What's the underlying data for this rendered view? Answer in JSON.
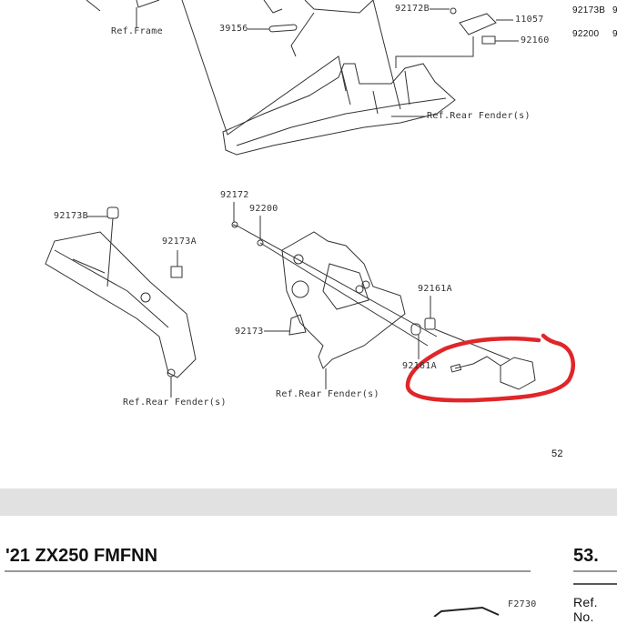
{
  "page1": {
    "labels": {
      "ref_frame": "Ref.Frame",
      "p39156": "39156",
      "p92172B": "92172B",
      "p11057": "11057",
      "p92160": "92160",
      "ref_rear_fender_top": "Ref.Rear Fender(s)",
      "p92173B": "92173B",
      "p92173A": "92173A",
      "p92172": "92172",
      "p92200": "92200",
      "p92161A_top": "92161A",
      "p92173": "92173",
      "p92161A_bottom": "92161A",
      "ref_rear_fender_left": "Ref.Rear Fender(s)",
      "ref_rear_fender_mid": "Ref.Rear Fender(s)"
    },
    "side_table": {
      "rows": [
        {
          "ref": "92173B",
          "partial": "9"
        },
        {
          "ref": "92200",
          "partial": "9"
        }
      ]
    },
    "page_number": "52",
    "highlight_color": "#e0262a"
  },
  "page2": {
    "title": "'21 ZX250 FMFNN",
    "section_number": "53.",
    "figure_code": "F2730",
    "table_header_ref": "Ref.",
    "table_header_no": "No."
  }
}
